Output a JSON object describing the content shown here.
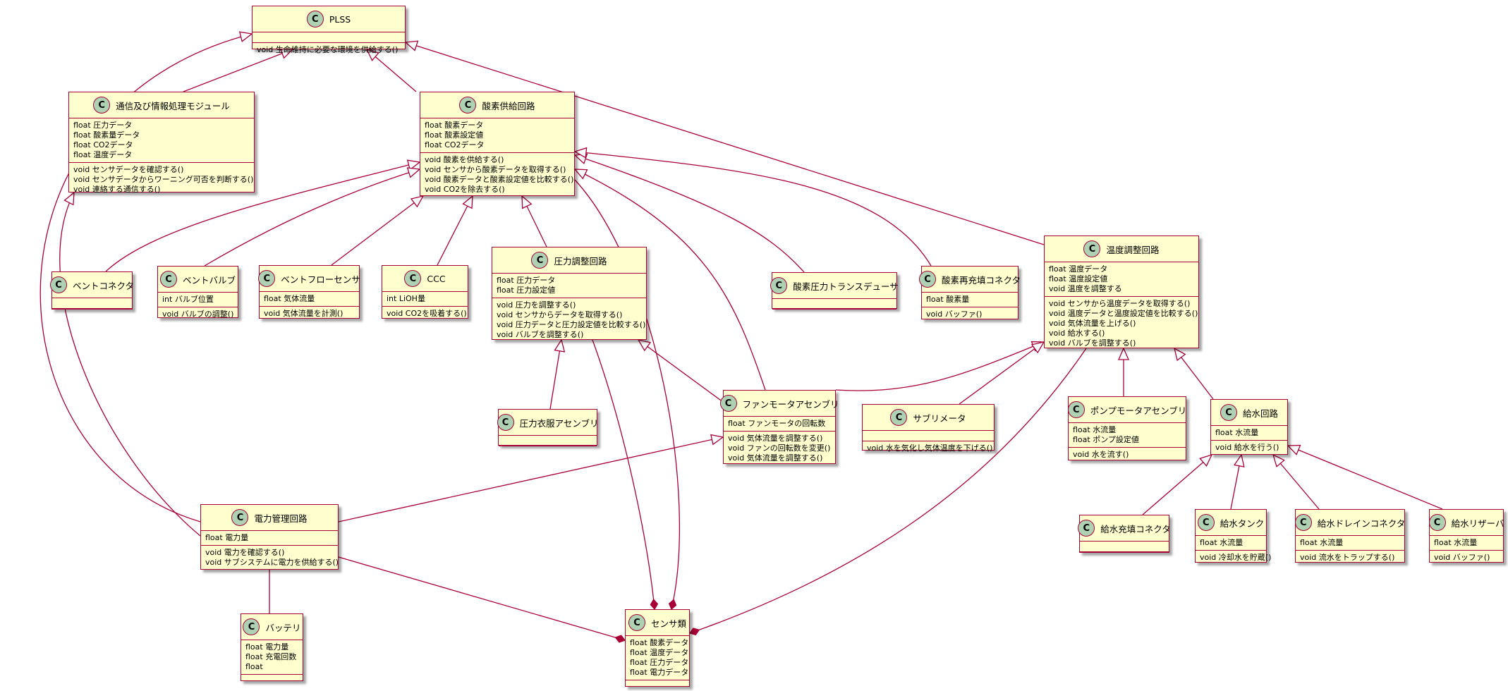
{
  "classes": [
    {
      "id": "plss",
      "stereotype": "C",
      "name": "PLSS",
      "fields": [],
      "methods": [
        "void 生命維持に必要な環境を供給する()"
      ]
    },
    {
      "id": "comm",
      "stereotype": "C",
      "name": "通信及び情報処理モジュール",
      "fields": [
        "float 圧力データ",
        "float 酸素量データ",
        "float CO2データ",
        "float 温度データ"
      ],
      "methods": [
        "void センサデータを確認する()",
        "void センサデータからワーニング可否を判断する()",
        "void 連絡する通信する()"
      ]
    },
    {
      "id": "oxy",
      "stereotype": "C",
      "name": "酸素供給回路",
      "fields": [
        "float 酸素データ",
        "float 酸素設定値",
        "float CO2データ"
      ],
      "methods": [
        "void 酸素を供給する()",
        "void センサから酸素データを取得する()",
        "void 酸素データと酸素設定値を比較する()",
        "void CO2を除去する()"
      ]
    },
    {
      "id": "temp",
      "stereotype": "C",
      "name": "温度調整回路",
      "fields": [
        "float 温度データ",
        "float 温度設定値",
        "void 温度を調整する"
      ],
      "methods": [
        "void センサから温度データを取得する()",
        "void 温度データと温度設定値を比較する()",
        "void 気体流量を上げる()",
        "void 給水する()",
        "void バルブを調整する()"
      ]
    },
    {
      "id": "vconn",
      "stereotype": "C",
      "name": "ベントコネクタ",
      "fields": [],
      "methods": []
    },
    {
      "id": "vvalve",
      "stereotype": "C",
      "name": "ベントバルブ",
      "fields": [
        "int バルブ位置"
      ],
      "methods": [
        "void バルブの調整()"
      ]
    },
    {
      "id": "vflow",
      "stereotype": "C",
      "name": "ベントフローセンサ",
      "fields": [
        "float 気体流量"
      ],
      "methods": [
        "void 気体流量を計測()"
      ]
    },
    {
      "id": "ccc",
      "stereotype": "C",
      "name": "CCC",
      "fields": [
        "int LiOH量"
      ],
      "methods": [
        "void CO2を吸着する()"
      ]
    },
    {
      "id": "pres",
      "stereotype": "C",
      "name": "圧力調整回路",
      "fields": [
        "float 圧力データ",
        "float 圧力設定値"
      ],
      "methods": [
        "void 圧力を調整する()",
        "void センサからデータを取得する()",
        "void 圧力データと圧力設定値を比較する()",
        "void バルブを調整する()"
      ]
    },
    {
      "id": "otrans",
      "stereotype": "C",
      "name": "酸素圧力トランスデューサ",
      "fields": [],
      "methods": []
    },
    {
      "id": "orefill",
      "stereotype": "C",
      "name": "酸素再充填コネクタ",
      "fields": [
        "float 酸素量"
      ],
      "methods": [
        "void バッファ()"
      ]
    },
    {
      "id": "psuit",
      "stereotype": "C",
      "name": "圧力衣服アセンブリ",
      "fields": [],
      "methods": []
    },
    {
      "id": "fan",
      "stereotype": "C",
      "name": "ファンモータアセンブリ",
      "fields": [
        "float ファンモータの回転数"
      ],
      "methods": [
        "void 気体流量を調整する()",
        "void ファンの回転数を変更()",
        "void 気体流量を調整する()"
      ]
    },
    {
      "id": "subl",
      "stereotype": "C",
      "name": "サブリメータ",
      "fields": [],
      "methods": [
        "void 水を気化し気体温度を下げる()"
      ]
    },
    {
      "id": "pump",
      "stereotype": "C",
      "name": "ポンプモータアセンブリ",
      "fields": [
        "float 水流量",
        "float ポンプ設定値"
      ],
      "methods": [
        "void 水を流す()"
      ]
    },
    {
      "id": "feed",
      "stereotype": "C",
      "name": "給水回路",
      "fields": [
        "float 水流量"
      ],
      "methods": [
        "void 給水を行う()"
      ]
    },
    {
      "id": "power",
      "stereotype": "C",
      "name": "電力管理回路",
      "fields": [
        "float 電力量"
      ],
      "methods": [
        "void 電力を確認する()",
        "void サブシステムに電力を供給する()"
      ]
    },
    {
      "id": "wfill",
      "stereotype": "C",
      "name": "給水充填コネクタ",
      "fields": [],
      "methods": []
    },
    {
      "id": "wtank",
      "stereotype": "C",
      "name": "給水タンク",
      "fields": [
        "float 水流量"
      ],
      "methods": [
        "void 冷却水を貯蔵()"
      ]
    },
    {
      "id": "wdrain",
      "stereotype": "C",
      "name": "給水ドレインコネクタ",
      "fields": [
        "float 水流量"
      ],
      "methods": [
        "void 流水をトラップする()"
      ]
    },
    {
      "id": "wres",
      "stereotype": "C",
      "name": "給水リザーバ",
      "fields": [
        "float 水流量"
      ],
      "methods": [
        "void バッファ()"
      ]
    },
    {
      "id": "batt",
      "stereotype": "C",
      "name": "バッテリ",
      "fields": [
        "float 電力量",
        "float 充電回数",
        "float"
      ],
      "methods": []
    },
    {
      "id": "sensor",
      "stereotype": "C",
      "name": "センサ類",
      "fields": [
        "float 酸素データ",
        "float 温度データ",
        "float 圧力データ",
        "float 電力データ"
      ],
      "methods": []
    }
  ],
  "relations": [
    {
      "type": "inheritance",
      "from": "comm",
      "to": "plss"
    },
    {
      "type": "inheritance",
      "from": "oxy",
      "to": "plss"
    },
    {
      "type": "inheritance",
      "from": "temp",
      "to": "plss"
    },
    {
      "type": "inheritance",
      "from": "power",
      "to": "plss"
    },
    {
      "type": "inheritance",
      "from": "power",
      "to": "comm"
    },
    {
      "type": "inheritance",
      "from": "vconn",
      "to": "oxy"
    },
    {
      "type": "inheritance",
      "from": "vvalve",
      "to": "oxy"
    },
    {
      "type": "inheritance",
      "from": "vflow",
      "to": "oxy"
    },
    {
      "type": "inheritance",
      "from": "ccc",
      "to": "oxy"
    },
    {
      "type": "inheritance",
      "from": "pres",
      "to": "oxy"
    },
    {
      "type": "inheritance",
      "from": "fan",
      "to": "oxy"
    },
    {
      "type": "inheritance",
      "from": "otrans",
      "to": "oxy"
    },
    {
      "type": "inheritance",
      "from": "orefill",
      "to": "oxy"
    },
    {
      "type": "inheritance",
      "from": "psuit",
      "to": "pres"
    },
    {
      "type": "inheritance",
      "from": "fan",
      "to": "pres"
    },
    {
      "type": "inheritance",
      "from": "fan",
      "to": "temp"
    },
    {
      "type": "inheritance",
      "from": "subl",
      "to": "temp"
    },
    {
      "type": "inheritance",
      "from": "pump",
      "to": "temp"
    },
    {
      "type": "inheritance",
      "from": "feed",
      "to": "temp"
    },
    {
      "type": "inheritance",
      "from": "power",
      "to": "fan"
    },
    {
      "type": "inheritance",
      "from": "wfill",
      "to": "feed"
    },
    {
      "type": "inheritance",
      "from": "wtank",
      "to": "feed"
    },
    {
      "type": "inheritance",
      "from": "wdrain",
      "to": "feed"
    },
    {
      "type": "inheritance",
      "from": "wres",
      "to": "feed"
    },
    {
      "type": "association",
      "from": "power",
      "to": "batt"
    },
    {
      "type": "composition",
      "from": "pres",
      "to": "sensor"
    },
    {
      "type": "composition",
      "from": "oxy",
      "to": "sensor"
    },
    {
      "type": "composition",
      "from": "temp",
      "to": "sensor"
    },
    {
      "type": "composition",
      "from": "power",
      "to": "sensor"
    }
  ]
}
